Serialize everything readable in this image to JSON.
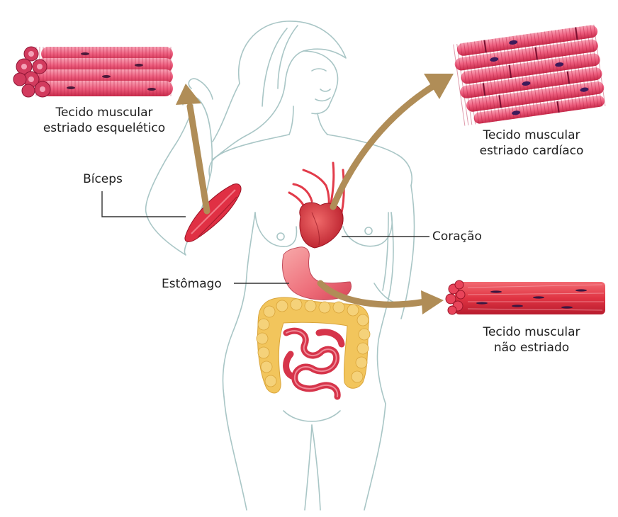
{
  "labels": {
    "skeletal": {
      "line1": "Tecido muscular",
      "line2": "estriado esquelético"
    },
    "cardiac": {
      "line1": "Tecido muscular",
      "line2": "estriado cardíaco"
    },
    "smooth": {
      "line1": "Tecido muscular",
      "line2": "não estriado"
    },
    "biceps": "Bíceps",
    "heart": "Coração",
    "stomach": "Estômago"
  },
  "colors": {
    "body_outline": "#a9c6c6",
    "muscle_red": "#e8344f",
    "muscle_pink": "#f06b87",
    "muscle_dark": "#b5172f",
    "arrow_gold": "#b08d57",
    "fat_yellow": "#f2c55c",
    "leader_line": "#333333"
  }
}
